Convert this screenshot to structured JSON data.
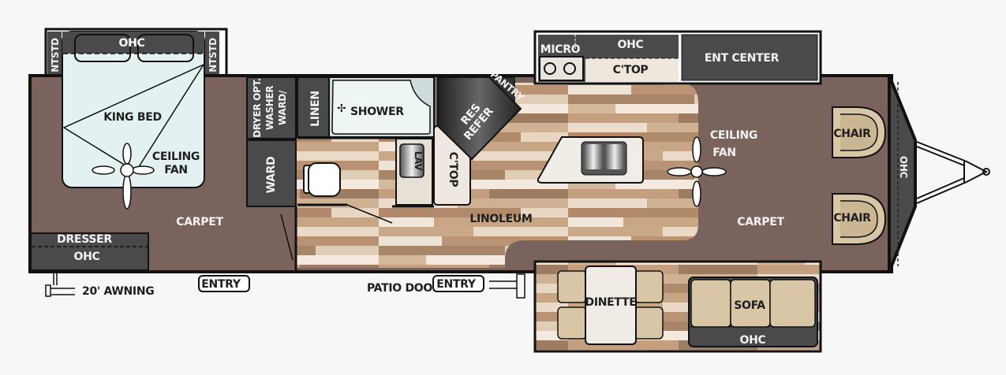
{
  "floorplan": {
    "bedroom": {
      "ohc": "OHC",
      "nightstand_left": "NTSTD",
      "nightstand_right": "NTSTD",
      "bed": "KING BED",
      "fan_line1": "CEILING",
      "fan_line2": "FAN",
      "carpet": "CARPET",
      "dresser": "DRESSER",
      "dresser_ohc": "OHC"
    },
    "bath": {
      "washer_line1": "DRYER OPT.",
      "washer_line2": "WASHER",
      "washer_line3": "WARD/",
      "ward": "WARD",
      "linen": "LINEN",
      "shower": "SHOWER",
      "lav": "LAV"
    },
    "kitchen": {
      "refer_line1": "RES",
      "refer_line2": "REFER",
      "pantry": "PANTRY",
      "ctop_side": "C'TOP",
      "micro": "MICRO",
      "ohc": "OHC",
      "ctop": "C'TOP",
      "ent_center": "ENT CENTER",
      "linoleum": "LINOLEUM"
    },
    "living": {
      "fan_line1": "CEILING",
      "fan_line2": "FAN",
      "carpet": "CARPET",
      "chair_top": "CHAIR",
      "chair_bottom": "CHAIR",
      "front_ohc": "OHC",
      "dinette": "DINETTE",
      "sofa": "SOFA",
      "sofa_ohc": "OHC"
    },
    "exterior": {
      "awning": "20' AWNING",
      "entry_rear": "ENTRY",
      "patio_door": "PATIO DOOR",
      "entry_main": "ENTRY"
    },
    "colors": {
      "carpet": "#7a625d",
      "cabinet": "#4a4a4c",
      "bed": "#e4f1f1",
      "wall": "#111111",
      "upholstery": "#d8c6a6"
    }
  }
}
